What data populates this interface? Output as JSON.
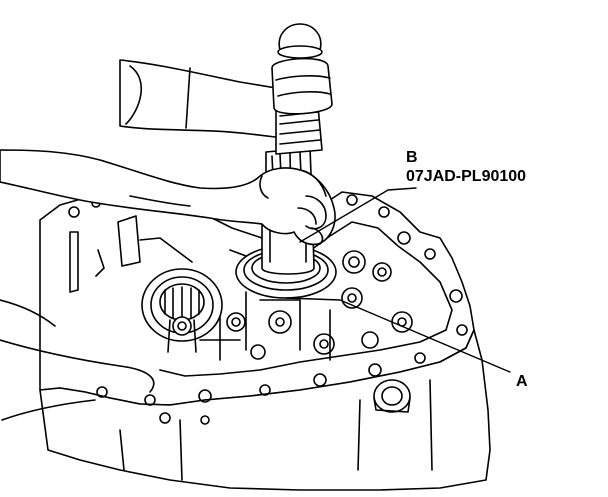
{
  "callouts": {
    "b": {
      "letter": "B",
      "part_number": "07JAD-PL90100"
    },
    "a": {
      "letter": "A"
    }
  }
}
